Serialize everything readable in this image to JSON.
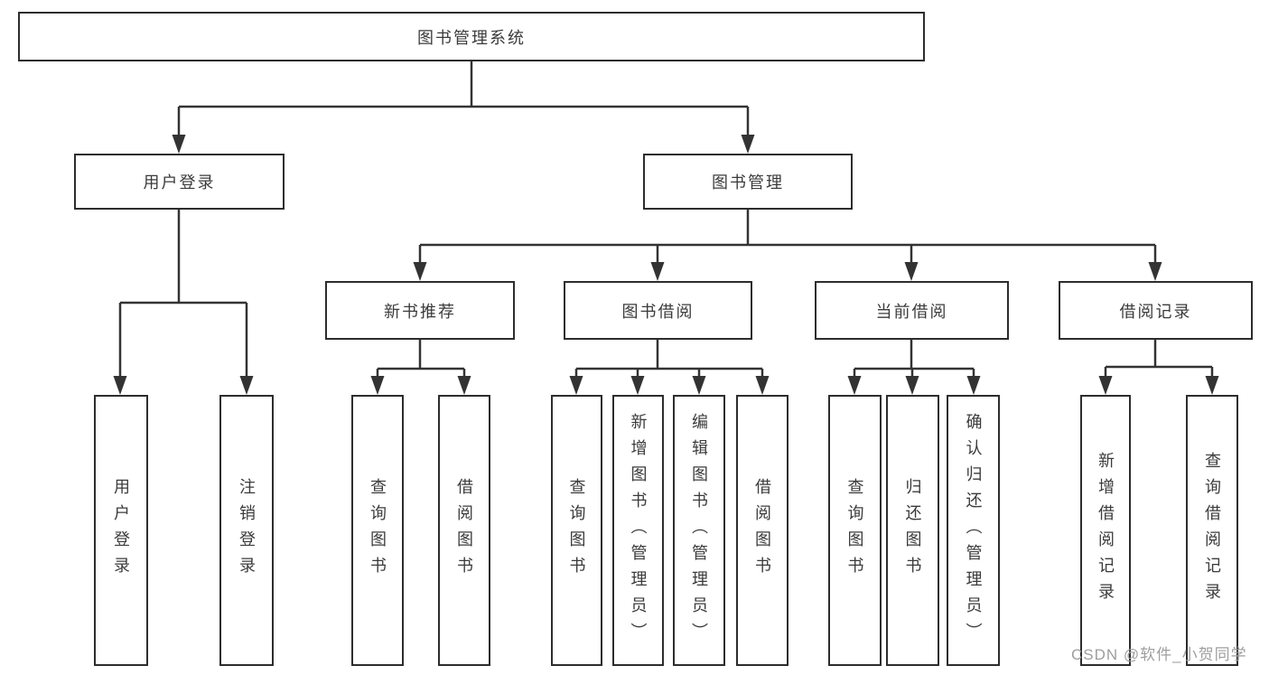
{
  "diagram_type": "hierarchy-tree",
  "watermark": "CSDN @软件_小贺同学",
  "colors": {
    "line": "#333333",
    "box_border": "#2d2d2d",
    "text": "#3b3b3b",
    "watermark": "#9e9e9e",
    "background": "#ffffff"
  },
  "tree": {
    "label": "图书管理系统",
    "children": [
      {
        "label": "用户登录",
        "children": [
          {
            "label": "用户登录"
          },
          {
            "label": "注销登录"
          }
        ]
      },
      {
        "label": "图书管理",
        "children": [
          {
            "label": "新书推荐",
            "children": [
              {
                "label": "查询图书"
              },
              {
                "label": "借阅图书"
              }
            ]
          },
          {
            "label": "图书借阅",
            "children": [
              {
                "label": "查询图书"
              },
              {
                "label": "新增图书（管理员）"
              },
              {
                "label": "编辑图书（管理员）"
              },
              {
                "label": "借阅图书"
              }
            ]
          },
          {
            "label": "当前借阅",
            "children": [
              {
                "label": "查询图书"
              },
              {
                "label": "归还图书"
              },
              {
                "label": "确认归还（管理员）"
              }
            ]
          },
          {
            "label": "借阅记录",
            "children": [
              {
                "label": "新增借阅记录"
              },
              {
                "label": "查询借阅记录"
              }
            ]
          }
        ]
      }
    ]
  }
}
